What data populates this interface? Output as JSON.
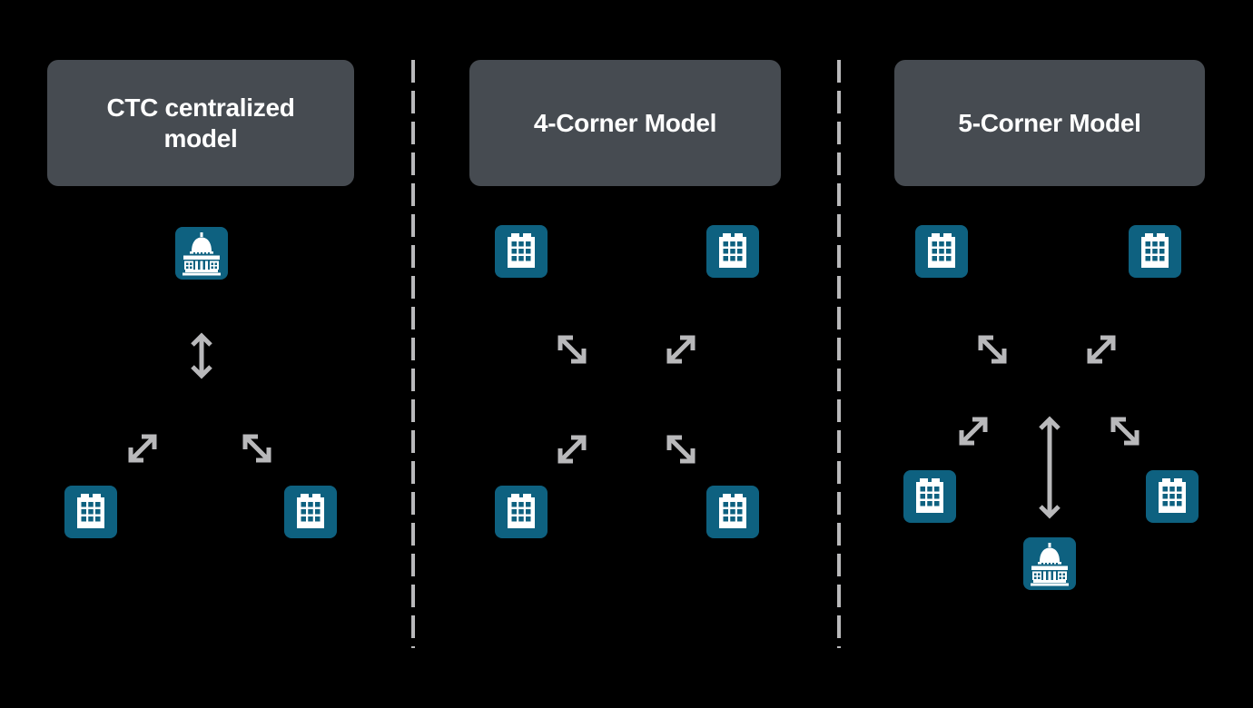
{
  "colors": {
    "bg": "#000000",
    "header_bg": "#464b51",
    "tile_bg": "#0e6180",
    "icon_fg": "#ffffff",
    "arrow": "#b9b9bb",
    "title_fg": "#ffffff"
  },
  "panels": [
    {
      "title": "CTC centralized model",
      "nodes": [
        {
          "icon": "capitol-icon",
          "position": "top-center"
        },
        {
          "icon": "office-building-icon",
          "position": "bottom-left"
        },
        {
          "icon": "office-building-icon",
          "position": "bottom-right"
        }
      ],
      "arrows": [
        {
          "type": "double-arrow",
          "orientation": "vertical"
        },
        {
          "type": "double-arrow",
          "orientation": "diagonal-ne-sw"
        },
        {
          "type": "double-arrow",
          "orientation": "diagonal-nw-se"
        }
      ]
    },
    {
      "title": "4-Corner Model",
      "nodes": [
        {
          "icon": "office-building-icon",
          "position": "top-left"
        },
        {
          "icon": "office-building-icon",
          "position": "top-right"
        },
        {
          "icon": "office-building-icon",
          "position": "bottom-left"
        },
        {
          "icon": "office-building-icon",
          "position": "bottom-right"
        }
      ],
      "arrows": [
        {
          "type": "double-arrow",
          "orientation": "diagonal-nw-se"
        },
        {
          "type": "double-arrow",
          "orientation": "diagonal-ne-sw"
        },
        {
          "type": "double-arrow",
          "orientation": "diagonal-ne-sw"
        },
        {
          "type": "double-arrow",
          "orientation": "diagonal-nw-se"
        }
      ]
    },
    {
      "title": "5-Corner Model",
      "nodes": [
        {
          "icon": "office-building-icon",
          "position": "top-left"
        },
        {
          "icon": "office-building-icon",
          "position": "top-right"
        },
        {
          "icon": "office-building-icon",
          "position": "middle-left"
        },
        {
          "icon": "office-building-icon",
          "position": "middle-right"
        },
        {
          "icon": "capitol-icon",
          "position": "bottom-center"
        }
      ],
      "arrows": [
        {
          "type": "double-arrow",
          "orientation": "diagonal-nw-se"
        },
        {
          "type": "double-arrow",
          "orientation": "diagonal-ne-sw"
        },
        {
          "type": "double-arrow",
          "orientation": "diagonal-ne-sw"
        },
        {
          "type": "double-arrow",
          "orientation": "vertical"
        },
        {
          "type": "double-arrow",
          "orientation": "diagonal-nw-se"
        }
      ]
    }
  ]
}
